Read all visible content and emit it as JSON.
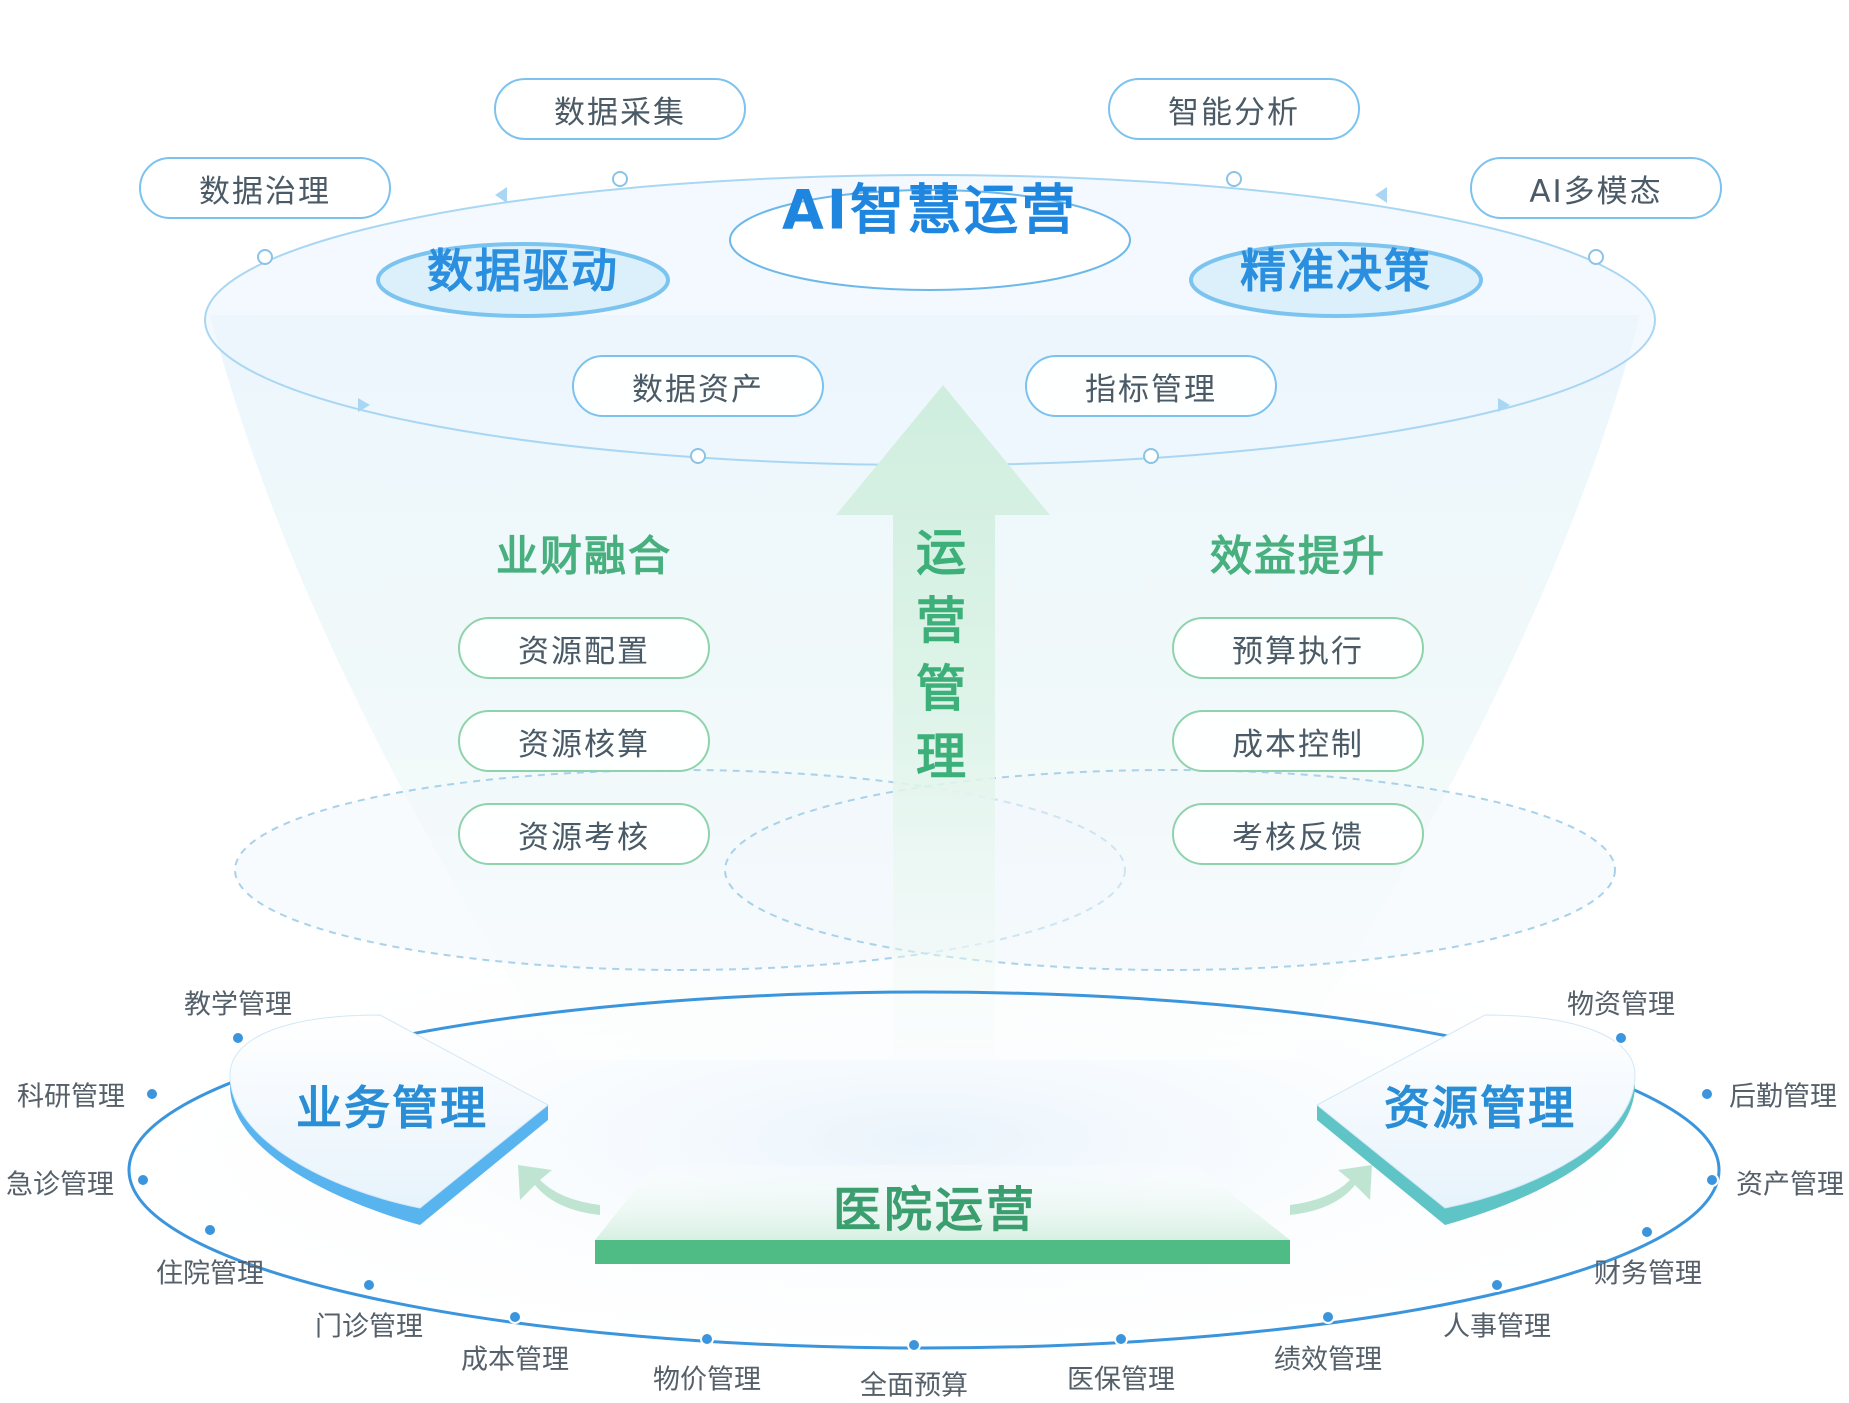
{
  "top": {
    "title": "AI智慧运营",
    "left_heading": "数据驱动",
    "right_heading": "精准决策",
    "pills": [
      "数据治理",
      "数据采集",
      "智能分析",
      "AI多模态",
      "数据资产",
      "指标管理"
    ]
  },
  "middle": {
    "axis_label": [
      "运",
      "营",
      "管",
      "理"
    ],
    "left_heading": "业财融合",
    "left_pills": [
      "资源配置",
      "资源核算",
      "资源考核"
    ],
    "right_heading": "效益提升",
    "right_pills": [
      "预算执行",
      "成本控制",
      "考核反馈"
    ]
  },
  "base": {
    "title": "医院运营",
    "left_plate": "业务管理",
    "right_plate": "资源管理",
    "ring_items": [
      "教学管理",
      "科研管理",
      "急诊管理",
      "住院管理",
      "门诊管理",
      "成本管理",
      "物价管理",
      "全面预算",
      "医保管理",
      "绩效管理",
      "人事管理",
      "财务管理",
      "资产管理",
      "后勤管理",
      "物资管理"
    ]
  },
  "colors": {
    "primary_blue": "#1f86e0",
    "accent_green": "#3db07a",
    "base_bar_green": "#4fbb85",
    "plate_edge_blue": "#58b4ee",
    "plate_edge_teal": "#5fc4c6"
  }
}
